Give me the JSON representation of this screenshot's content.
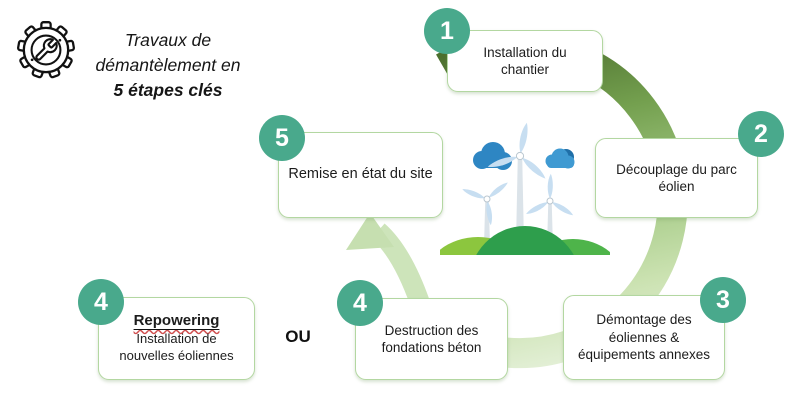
{
  "title": {
    "lines": [
      "Travaux de",
      "démantèlement en",
      "5 étapes clés"
    ]
  },
  "steps": [
    {
      "number": "1",
      "lines": [
        "Installation du",
        "chantier"
      ]
    },
    {
      "number": "2",
      "lines": [
        "Découplage du parc",
        "éolien"
      ]
    },
    {
      "number": "3",
      "lines": [
        "Démontage des",
        "éoliennes &",
        "équipements annexes"
      ]
    },
    {
      "number": "4",
      "lines": [
        "Destruction des",
        "fondations béton"
      ]
    },
    {
      "number": "5",
      "lines": [
        "Remise en état du site"
      ]
    }
  ],
  "alternative": {
    "number": "4",
    "title": "Repowering",
    "lines": [
      "Installation de",
      "nouvelles éoliennes"
    ],
    "connector": "OU"
  },
  "icons": {
    "gear": "gear-wrench-icon",
    "cycle": "circular-cycle-arrow",
    "branch_arrow": "up-arrow-step4-to-step5",
    "illustration": "wind-turbines-illustration"
  },
  "colors": {
    "step_badge": "#49a98c",
    "box_border": "#b3d7a1",
    "arc_dark": "#4a6d2c",
    "arc_light": "#e4f0d8",
    "branch_arrow": "#cde4ba",
    "cloud_blue": "#2e86c3",
    "hill_light": "#8cc63e",
    "hill_dark": "#2e9e4c"
  }
}
